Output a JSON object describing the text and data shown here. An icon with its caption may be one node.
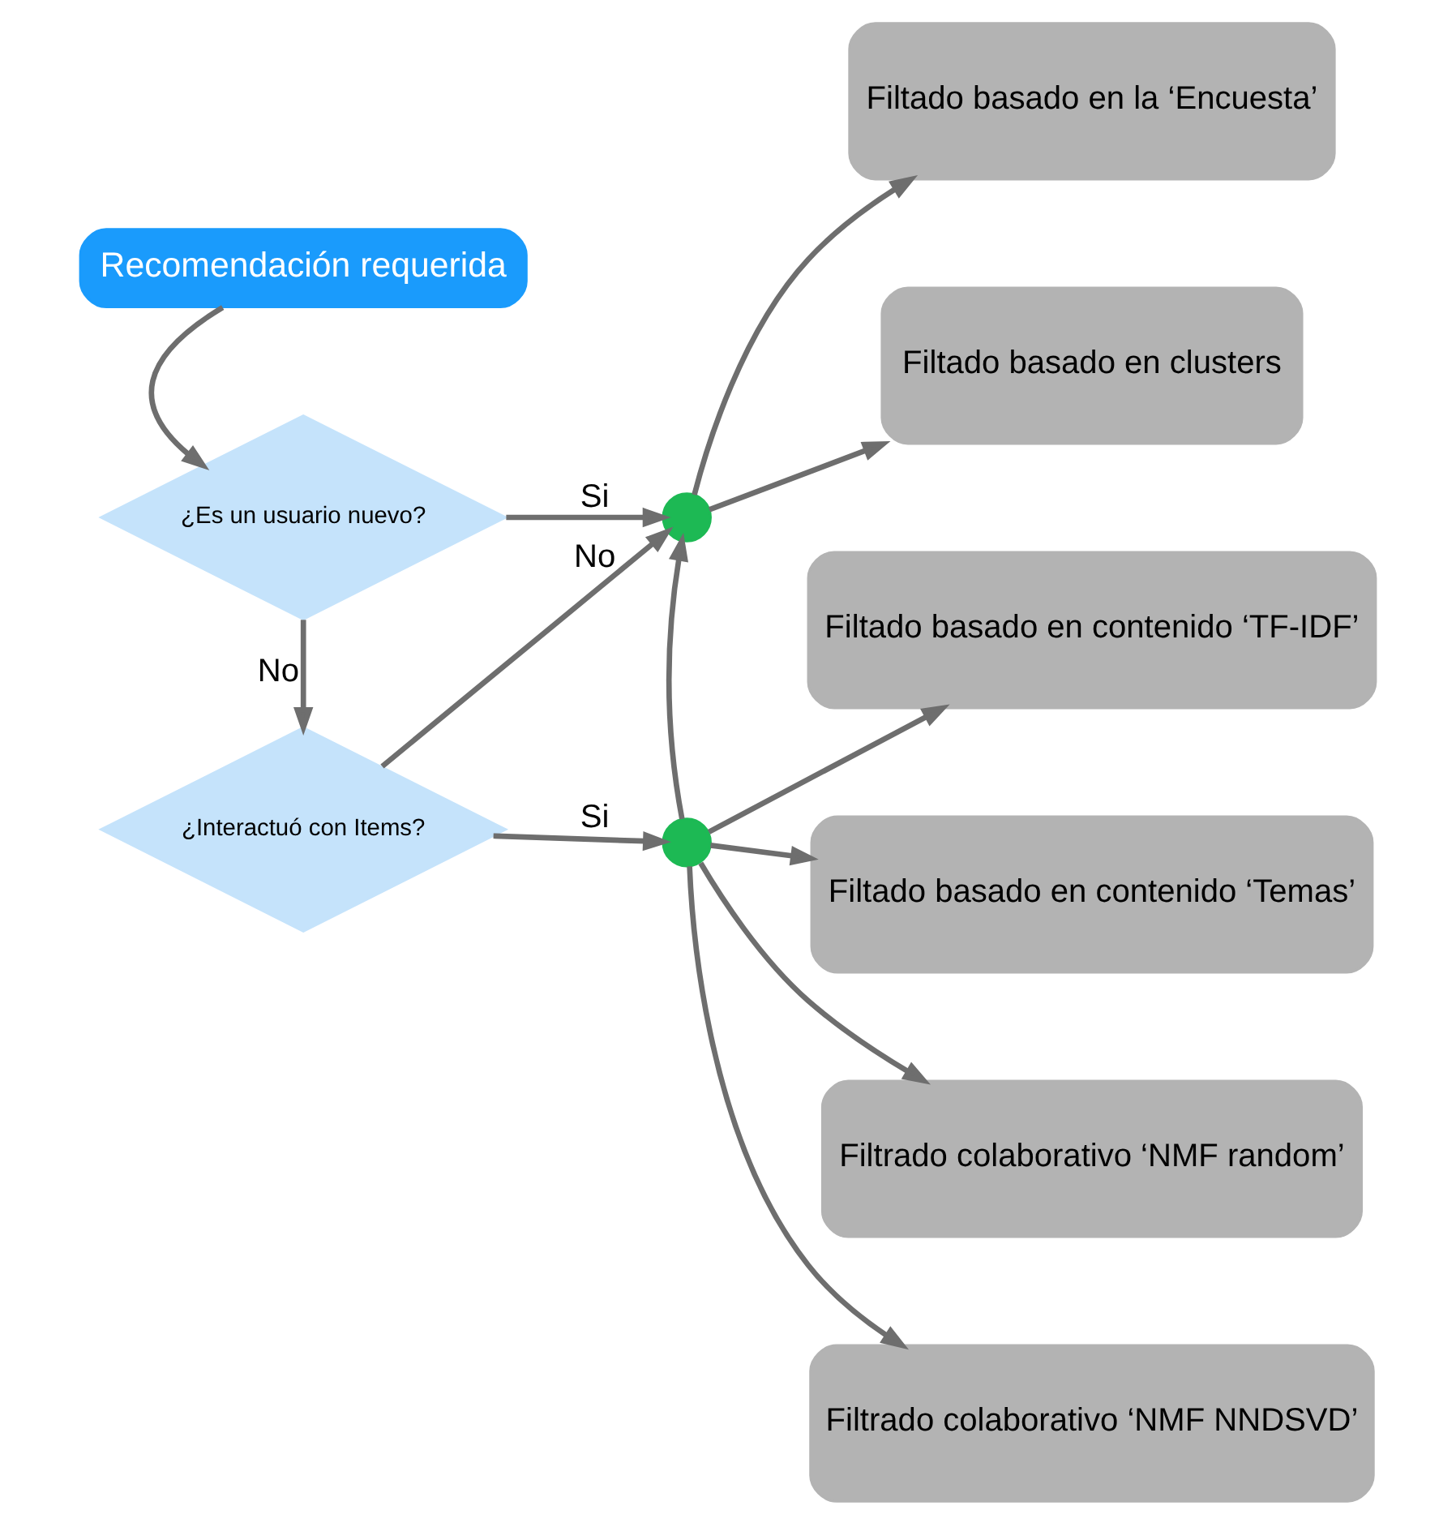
{
  "diagram": {
    "nodes": [
      {
        "text": [
          "Recomendación requerida"
        ]
      },
      {
        "text": [
          "¿Es un usuario nuevo?"
        ]
      },
      {
        "text": [
          "¿Interactuó con Items?"
        ]
      },
      {
        "text": [],
        "shape": "circle"
      },
      {
        "text": [],
        "shape": "circle"
      },
      {
        "text": [
          "Filtado basado en la ‘Encuesta’"
        ]
      },
      {
        "text": [
          "Filtado basado en clusters"
        ]
      },
      {
        "text": [
          "Filtado basado en contenido ‘TF-IDF’"
        ]
      },
      {
        "text": [
          "Filtado basado en contenido ‘Temas’"
        ]
      },
      {
        "text": [
          "Filtrado colaborativo ‘NMF random’"
        ]
      },
      {
        "text": [
          "Filtrado colaborativo ‘NMF NNDSVD’"
        ]
      }
    ],
    "edges": [
      {
        "from": 0,
        "to": 1,
        "arrow": "to"
      },
      {
        "from": 1,
        "to": 3,
        "label": "Si",
        "arrow": "to"
      },
      {
        "from": 1,
        "to": 2,
        "label": "No",
        "arrow": "to"
      },
      {
        "from": 2,
        "to": 3,
        "label": "No",
        "arrow": "to"
      },
      {
        "from": 2,
        "to": 4,
        "label": "Si",
        "arrow": "to"
      },
      {
        "from": 4,
        "to": 3,
        "arrow": "to"
      },
      {
        "from": 3,
        "to": 5,
        "arrow": "to"
      },
      {
        "from": 3,
        "to": 6,
        "arrow": "to"
      },
      {
        "from": 4,
        "to": 7,
        "arrow": "to"
      },
      {
        "from": 4,
        "to": 8,
        "arrow": "to"
      },
      {
        "from": 4,
        "to": 9,
        "arrow": "to"
      },
      {
        "from": 4,
        "to": 10,
        "arrow": "to"
      }
    ]
  }
}
